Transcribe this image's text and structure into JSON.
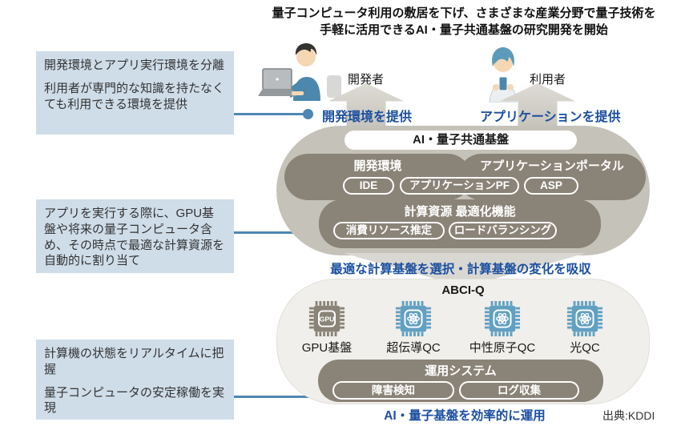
{
  "title": {
    "line1": "量子コンピュータ利用の敷居を下げ、さまざまな産業分野で量子技術を",
    "line2": "手軽に活用できるAI・量子共通基盤の研究開発を開始"
  },
  "left_notes": [
    {
      "paragraphs": [
        "開発環境とアプリ実行環境を分離",
        "利用者が専門的な知識を持たなくても利用できる環境を提供"
      ]
    },
    {
      "paragraphs": [
        "アプリを実行する際に、GPU基盤や将来の量子コンピュータ含め、その時点で最適な計算資源を自動的に割り当て"
      ]
    },
    {
      "paragraphs": [
        "計算機の状態をリアルタイムに把握",
        "量子コンピュータの安定稼働を実現"
      ]
    }
  ],
  "actors": {
    "developer_label": "開発者",
    "user_label": "利用者"
  },
  "provide": {
    "dev": "開発環境を提供",
    "app": "アプリケーションを提供"
  },
  "platform": {
    "title": "AI・量子共通基盤",
    "dev_env": {
      "label": "開発環境",
      "items": [
        "IDE",
        "アプリケーションPF"
      ]
    },
    "app_portal": {
      "label": "アプリケーションポータル",
      "items": [
        "ASP"
      ]
    },
    "optimizer": {
      "label": "計算資源 最適化機能",
      "items": [
        "消費リソース推定",
        "ロードバランシング"
      ]
    }
  },
  "bridge_text": "最適な計算基盤を選択・計算基盤の変化を吸収",
  "abci": {
    "title": "ABCI-Q",
    "nodes": [
      {
        "label": "GPU基盤",
        "icon": "gpu-chip-icon"
      },
      {
        "label": "超伝導QC",
        "icon": "quantum-chip-icon"
      },
      {
        "label": "中性原子QC",
        "icon": "quantum-chip-icon"
      },
      {
        "label": "光QC",
        "icon": "quantum-chip-icon"
      }
    ],
    "ops": {
      "label": "運用システム",
      "items": [
        "障害検知",
        "ログ収集"
      ]
    }
  },
  "bottom_text": "AI・量子基盤を効率的に運用",
  "source": "出典:KDDI",
  "colors": {
    "note_bg": "#cfdde9",
    "accent_blue_text": "#1b4fa0",
    "connector_blue": "#4d87b2",
    "platform_blob": "#c5c2b9",
    "dark_pill": "#8a8377",
    "abci_bg": "#f0efeb",
    "chip_blue": "#62a0c2",
    "chip_taupe": "#8a8377"
  }
}
